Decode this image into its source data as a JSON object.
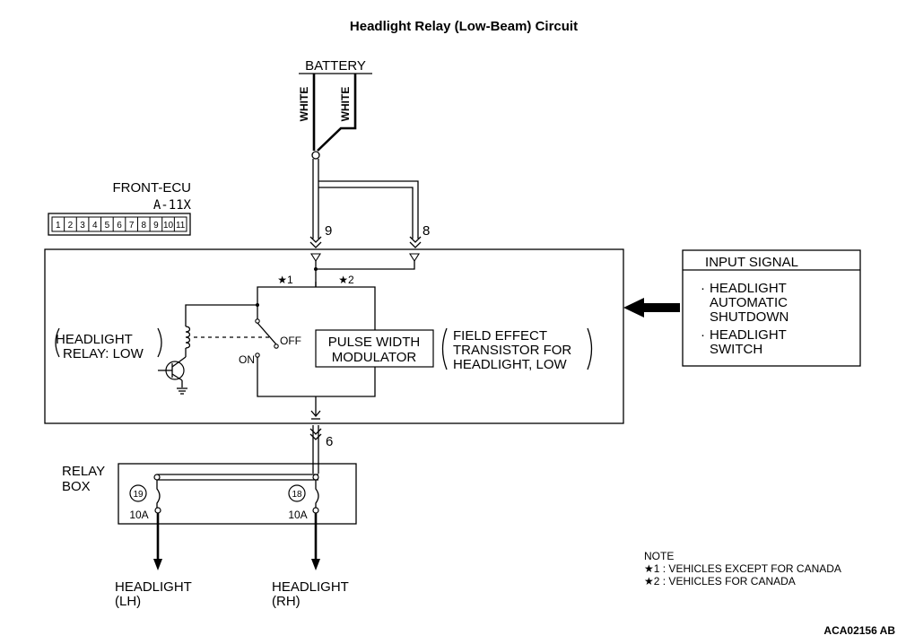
{
  "title": "Headlight Relay (Low-Beam) Circuit",
  "battery": {
    "label": "BATTERY",
    "wire_left": "WHITE",
    "wire_right": "WHITE"
  },
  "ecu": {
    "name": "FRONT-ECU",
    "connector": "A-11X",
    "pins": [
      "1",
      "2",
      "3",
      "4",
      "5",
      "6",
      "7",
      "8",
      "9",
      "10",
      "11"
    ],
    "pin_in_left": "9",
    "pin_in_right": "8",
    "pin_out": "6"
  },
  "relay": {
    "label_line1": "HEADLIGHT",
    "label_line2": "RELAY: LOW",
    "off": "OFF",
    "on": "ON"
  },
  "marks": {
    "star1": "★1",
    "star2": "★2"
  },
  "pwm": {
    "line1": "PULSE WIDTH",
    "line2": "MODULATOR"
  },
  "fet": {
    "line1": "FIELD EFFECT",
    "line2": "TRANSISTOR FOR",
    "line3": "HEADLIGHT, LOW"
  },
  "input_signal": {
    "title": "INPUT SIGNAL",
    "items": [
      {
        "dot": "·",
        "line1": "HEADLIGHT",
        "line2": "AUTOMATIC",
        "line3": "SHUTDOWN"
      },
      {
        "dot": "·",
        "line1": "HEADLIGHT",
        "line2": "SWITCH"
      }
    ]
  },
  "relay_box": {
    "line1": "RELAY",
    "line2": "BOX",
    "fuse_left": {
      "number": "19",
      "rating": "10A"
    },
    "fuse_right": {
      "number": "18",
      "rating": "10A"
    }
  },
  "outputs": {
    "left": {
      "line1": "HEADLIGHT",
      "line2": "(LH)"
    },
    "right": {
      "line1": "HEADLIGHT",
      "line2": "(RH)"
    }
  },
  "note": {
    "heading": "NOTE",
    "line1": "★1 : VEHICLES EXCEPT FOR CANADA",
    "line2": "★2 : VEHICLES FOR CANADA"
  },
  "code": "ACA02156 AB"
}
